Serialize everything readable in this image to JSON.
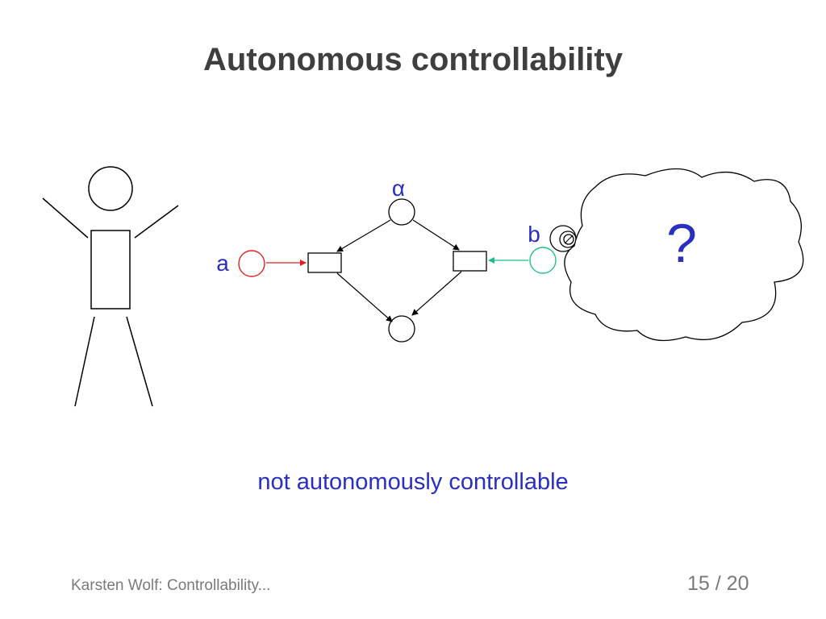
{
  "slide": {
    "title": "Autonomous controllability",
    "caption": "not autonomously controllable",
    "footer_author": "Karsten Wolf: Controllability...",
    "page_current": "15",
    "page_separator": "/",
    "page_total": "20"
  },
  "diagram": {
    "label_alpha": "α",
    "label_a": "a",
    "label_b": "b",
    "thought_question": "?"
  },
  "colors": {
    "text_blue": "#2a2fc0",
    "place_a_red": "#e02020",
    "place_b_green": "#1fbf8a",
    "stroke": "#000000",
    "footer_gray": "#7a7a7a",
    "title_gray": "#3f3f3f"
  }
}
